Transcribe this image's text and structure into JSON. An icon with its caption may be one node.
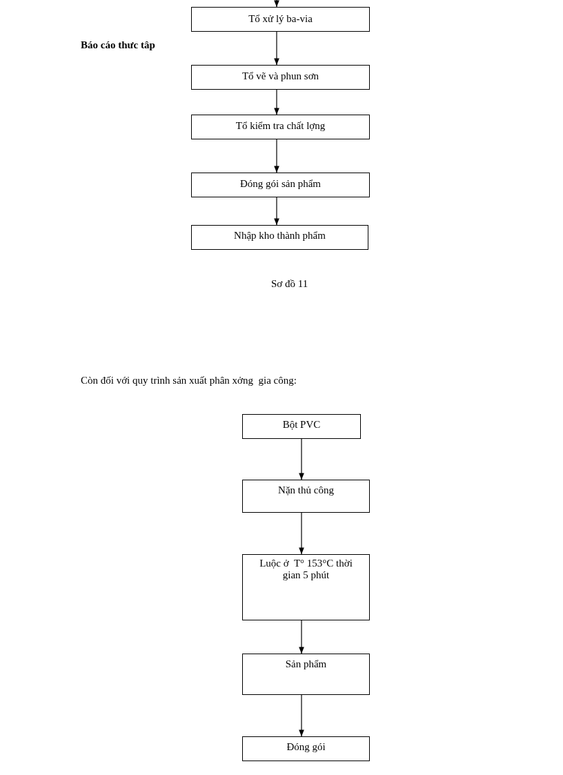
{
  "diagram": {
    "caption": "Sơ đồ 11",
    "nodes": [
      {
        "text": [
          "Tổ xử lý ba-via"
        ]
      },
      {
        "text": [
          "Tổ vẽ và phun sơn"
        ]
      },
      {
        "text": [
          "Tổ kiểm tra chất lợng"
        ]
      },
      {
        "text": [
          "Đóng gói sản phẩm"
        ]
      },
      {
        "text": [
          "Nhập kho thành phẩm"
        ]
      },
      {
        "text": [
          "Bột PVC"
        ]
      },
      {
        "text": [
          "Nặn thủ công"
        ]
      },
      {
        "text": [
          "Luộc ở  T° 153°C thời gian 5 phút"
        ]
      },
      {
        "text": [
          "Sản phẩm"
        ]
      },
      {
        "text": [
          "Đóng gói"
        ]
      }
    ],
    "edges": [
      {
        "from": null,
        "to": 0,
        "arrow": "to"
      },
      {
        "from": 0,
        "to": 1,
        "arrow": "to"
      },
      {
        "from": 1,
        "to": 2,
        "arrow": "to"
      },
      {
        "from": 2,
        "to": 3,
        "arrow": "to"
      },
      {
        "from": 3,
        "to": 4,
        "arrow": "to"
      },
      {
        "from": 5,
        "to": 6,
        "arrow": "to"
      },
      {
        "from": 6,
        "to": 7,
        "arrow": "to"
      },
      {
        "from": 7,
        "to": 8,
        "arrow": "to"
      },
      {
        "from": 8,
        "to": 9,
        "arrow": "to"
      }
    ],
    "labels": [
      "Báo cáo thưc tâp",
      "Còn đối với quy trình sản xuất phân xởng  gia công:"
    ]
  }
}
